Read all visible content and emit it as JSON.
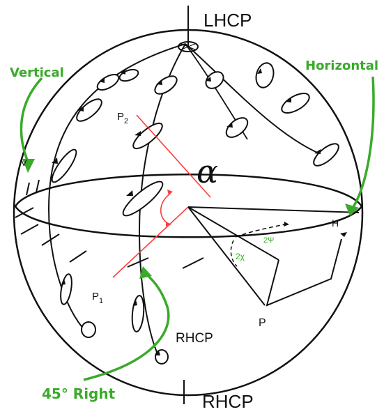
{
  "labels": {
    "top_pole": "LHCP",
    "bottom_pole": "RHCP",
    "mid_pole": "RHCP",
    "vertical": "Vertical",
    "horizontal": "Horizontal",
    "right45": "45° Right",
    "v": "V",
    "h": "H",
    "p": "P",
    "p1_main": "P",
    "p1_sub": "1",
    "p2_main": "P",
    "p2_sub": "2",
    "alpha": "α",
    "two_psi": "2Ψ",
    "two_chi": "2χ"
  },
  "colors": {
    "ink": "#111111",
    "annotation": "#3aaa2a",
    "reference_line": "#ff3b3b"
  }
}
